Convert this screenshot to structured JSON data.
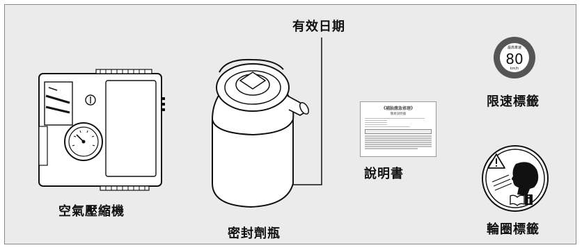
{
  "labels": {
    "expiry": "有效日期",
    "compressor": "空氣壓縮機",
    "sealant": "密封劑瓶",
    "manual": "說明書",
    "speed_label": "限速標籤",
    "wheel_label": "輪圈標籤"
  },
  "speed_sign": {
    "top_text": "最高車速",
    "value": "80",
    "unit": "km/h"
  },
  "manual_doc": {
    "title": "《補胎應急修理》",
    "subtitle": "簡易說明書"
  },
  "colors": {
    "background": "#ebebeb",
    "border": "#8a8a8a",
    "sign_ring": "#555555",
    "text": "#111111"
  }
}
